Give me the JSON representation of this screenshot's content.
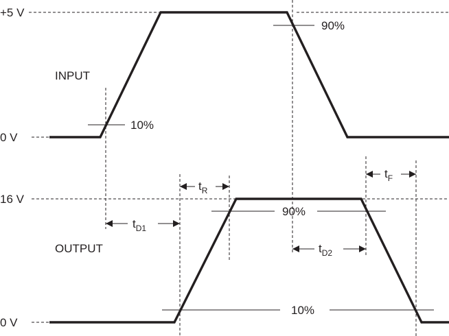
{
  "levels": {
    "input_high": "+5 V",
    "input_low": "0 V",
    "output_high": "16 V",
    "output_low": "0 V"
  },
  "signals": {
    "input": "INPUT",
    "output": "OUTPUT"
  },
  "thresholds": {
    "input_rise": "10%",
    "input_fall": "90%",
    "output_high": "90%",
    "output_low": "10%"
  },
  "timing": {
    "d1": {
      "main": "t",
      "sub": "D1"
    },
    "r": {
      "main": "t",
      "sub": "R"
    },
    "d2": {
      "main": "t",
      "sub": "D2"
    },
    "f": {
      "main": "t",
      "sub": "F"
    }
  }
}
